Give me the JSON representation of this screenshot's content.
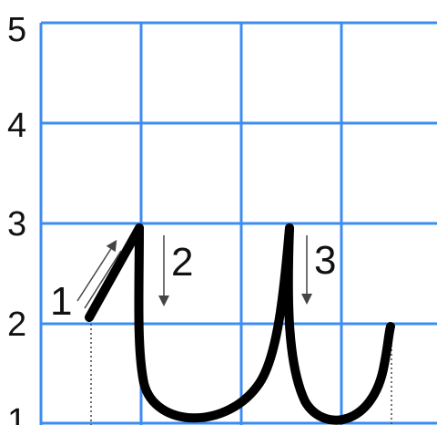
{
  "diagram": {
    "row_labels": [
      "5",
      "4",
      "3",
      "2",
      "1"
    ],
    "stroke_labels": [
      "1",
      "2",
      "3"
    ],
    "colors": {
      "grid": "#3d8cf0",
      "letter": "#000000",
      "guide": "#444444"
    }
  }
}
